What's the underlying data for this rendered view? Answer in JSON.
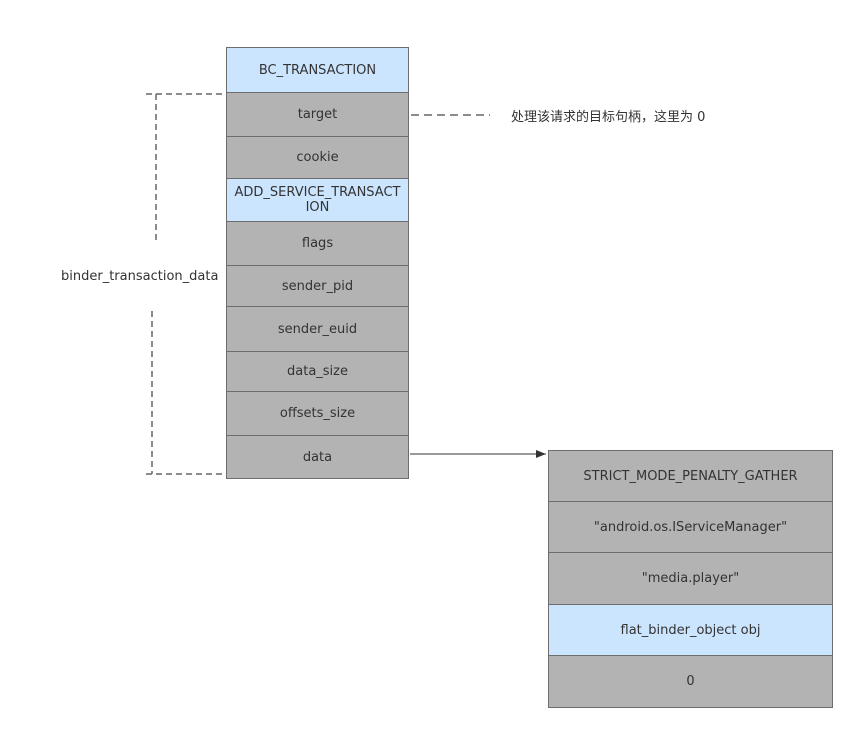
{
  "left_stack": {
    "cells": [
      {
        "label": "BC_TRANSACTION",
        "style": "blue"
      },
      {
        "label": "target",
        "style": "gray"
      },
      {
        "label": "cookie",
        "style": "gray"
      },
      {
        "label": "ADD_SERVICE_TRANSACTION",
        "style": "blue"
      },
      {
        "label": "flags",
        "style": "gray"
      },
      {
        "label": "sender_pid",
        "style": "gray"
      },
      {
        "label": "sender_euid",
        "style": "gray"
      },
      {
        "label": "data_size",
        "style": "gray"
      },
      {
        "label": "offsets_size",
        "style": "gray"
      },
      {
        "label": "data",
        "style": "gray"
      }
    ]
  },
  "right_stack": {
    "cells": [
      {
        "label": "STRICT_MODE_PENALTY_GATHER",
        "style": "gray"
      },
      {
        "label": "\"android.os.IServiceManager\"",
        "style": "gray"
      },
      {
        "label": "\"media.player\"",
        "style": "gray"
      },
      {
        "label": "flat_binder_object obj",
        "style": "blue"
      },
      {
        "label": "0",
        "style": "gray"
      }
    ]
  },
  "annotations": {
    "struct_label": "binder_transaction_data",
    "target_note": "处理该请求的目标句柄，这里为 0"
  },
  "colors": {
    "cell_gray": "#b3b3b3",
    "cell_blue": "#cce5ff",
    "border": "#6d6d6d",
    "connector": "#666666",
    "arrow": "#333333"
  }
}
